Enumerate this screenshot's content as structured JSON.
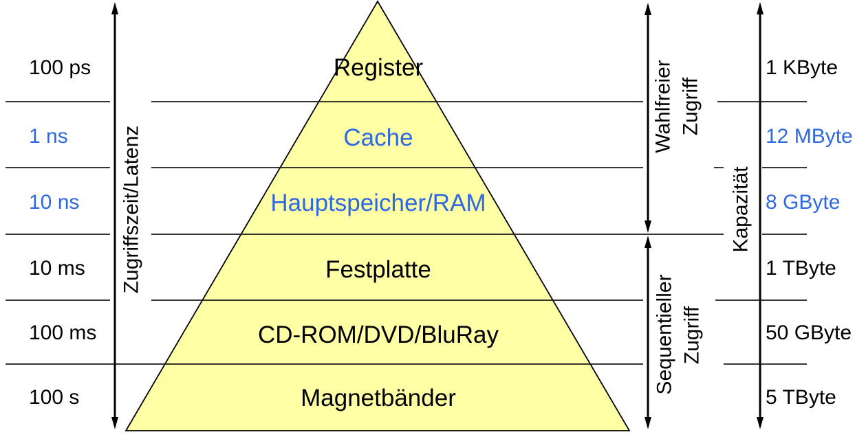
{
  "colors": {
    "text": "#000000",
    "highlight": "#2D69E1",
    "line": "#1a1a1a",
    "pyramid-fill": "#FFFFA6",
    "pyramid-stroke": "#000000"
  },
  "axes": {
    "left": {
      "label": "Zugriffszeit/Latenz"
    },
    "right": {
      "label": "Kapazität"
    }
  },
  "access_modes": {
    "random": {
      "line1": "Wahlfreier",
      "line2": "Zugriff"
    },
    "sequential": {
      "line1": "Sequentieller",
      "line2": "Zugriff"
    }
  },
  "pyramid_levels": [
    {
      "label": "Register",
      "access_time": "100 ps",
      "capacity": "1 KByte",
      "highlighted": false
    },
    {
      "label": "Cache",
      "access_time": "1 ns",
      "capacity": "12 MByte",
      "highlighted": true
    },
    {
      "label": "Hauptspeicher/RAM",
      "access_time": "10 ns",
      "capacity": "8 GByte",
      "highlighted": true
    },
    {
      "label": "Festplatte",
      "access_time": "10 ms",
      "capacity": "1 TByte",
      "highlighted": false
    },
    {
      "label": "CD-ROM/DVD/BluRay",
      "access_time": "100 ms",
      "capacity": "50 GByte",
      "highlighted": false
    },
    {
      "label": "Magnetbänder",
      "access_time": "100 s",
      "capacity": "5 TByte",
      "highlighted": false
    }
  ]
}
